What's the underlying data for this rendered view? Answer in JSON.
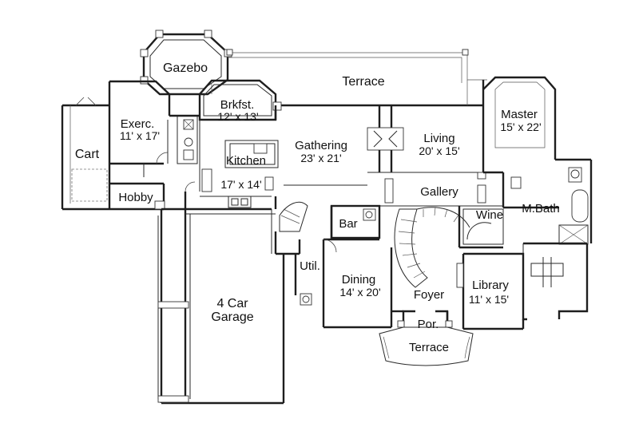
{
  "rooms": {
    "gazebo": {
      "name": "Gazebo"
    },
    "terrace_rear": {
      "name": "Terrace"
    },
    "brkfst": {
      "name": "Brkfst.",
      "size": "12' x 13'"
    },
    "exerc": {
      "name": "Exerc.",
      "size": "11' x 17'"
    },
    "cart": {
      "name": "Cart"
    },
    "kitchen": {
      "name": "Kitchen",
      "size": "17' x 14'"
    },
    "gathering": {
      "name": "Gathering",
      "size": "23' x 21'"
    },
    "living": {
      "name": "Living",
      "size": "20' x 15'"
    },
    "master": {
      "name": "Master",
      "size": "15' x 22'"
    },
    "hobby": {
      "name": "Hobby"
    },
    "gallery": {
      "name": "Gallery"
    },
    "bar": {
      "name": "Bar"
    },
    "wine": {
      "name": "Wine"
    },
    "mbath": {
      "name": "M.Bath"
    },
    "util": {
      "name": "Util."
    },
    "dining": {
      "name": "Dining",
      "size": "14' x 20'"
    },
    "foyer": {
      "name": "Foyer"
    },
    "library": {
      "name": "Library",
      "size": "11' x 15'"
    },
    "garage": {
      "name": "4 Car",
      "name2": "Garage"
    },
    "porch": {
      "name": "Por."
    },
    "terrace_front": {
      "name": "Terrace"
    }
  }
}
